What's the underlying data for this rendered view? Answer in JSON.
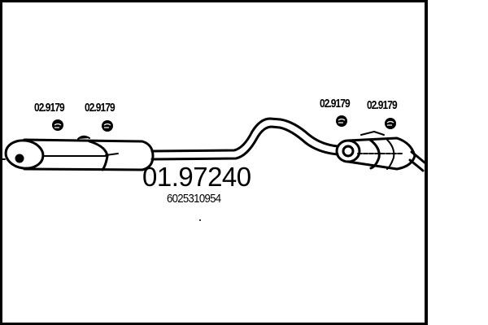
{
  "diagram": {
    "type": "exhaust-system-parts-diagram",
    "part_number": "01.97240",
    "oe_number": "6025310954",
    "clamps": [
      {
        "label": "02.9179",
        "position": "front-silencer-left"
      },
      {
        "label": "02.9179",
        "position": "front-silencer-right"
      },
      {
        "label": "02.9179",
        "position": "rear-silencer-left"
      },
      {
        "label": "02.9179",
        "position": "rear-silencer-right"
      }
    ],
    "components": [
      "front-silencer",
      "middle-pipe",
      "rear-silencer",
      "tailpipe"
    ],
    "colors": {
      "line": "#000000",
      "background": "#ffffff"
    }
  }
}
